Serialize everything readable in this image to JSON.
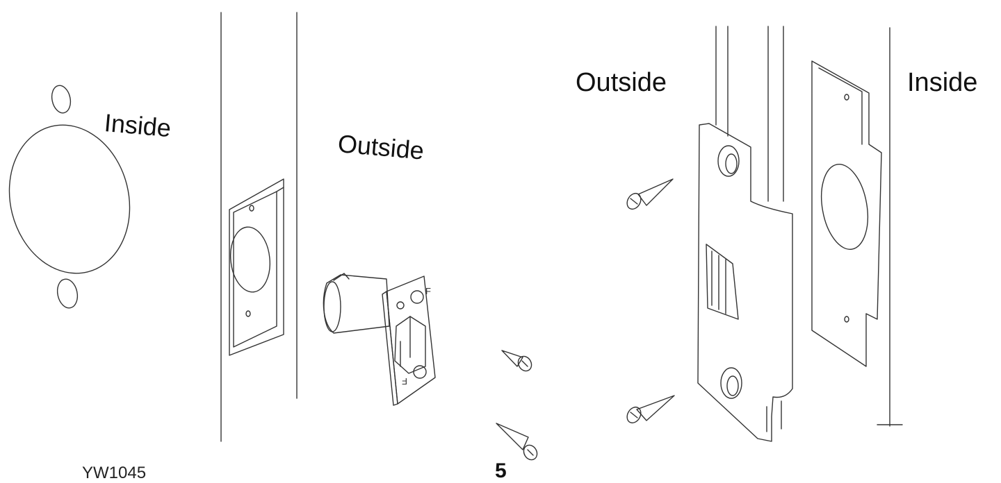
{
  "labels": {
    "inside_left": "Inside",
    "outside_left": "Outside",
    "outside_right": "Outside",
    "inside_right": "Inside",
    "model": "YW1045",
    "page_number": "5"
  },
  "latch": {
    "mark_top": "F",
    "mark_bottom": "F"
  },
  "colors": {
    "line": "#333333",
    "background": "#ffffff"
  }
}
